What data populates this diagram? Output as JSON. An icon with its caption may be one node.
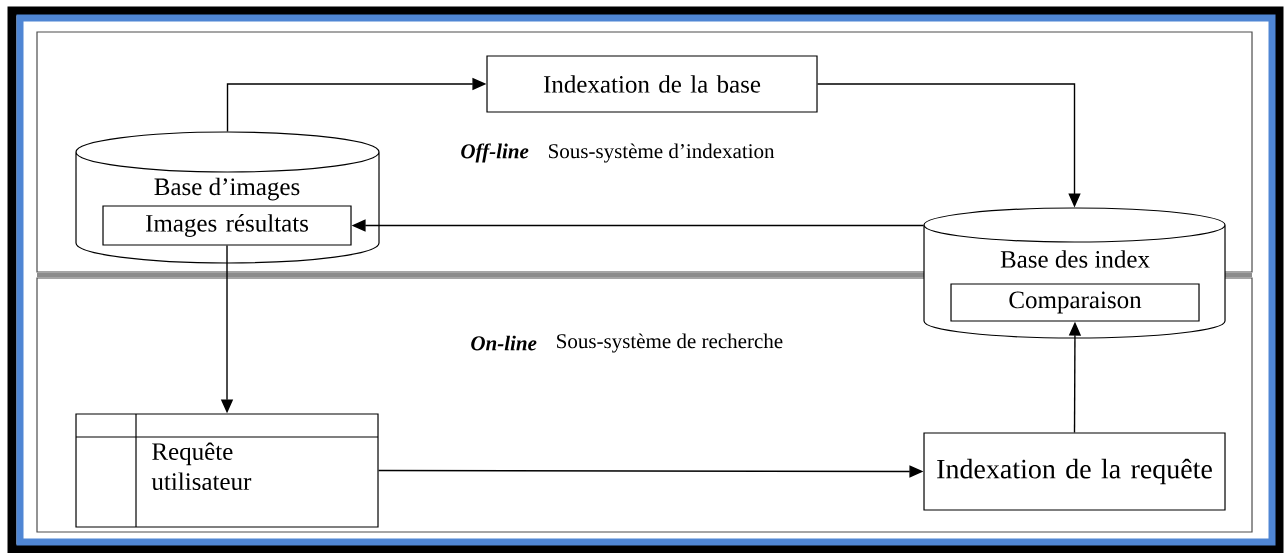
{
  "diagram": {
    "nodes": [
      {
        "text": [
          "Off-line",
          "Sous-système d’indexation"
        ]
      },
      {
        "text": [
          "Base d’images"
        ],
        "in": 0
      },
      {
        "text": [
          "Images résultats"
        ],
        "in": 1
      },
      {
        "text": [
          "Indexation de la base"
        ],
        "in": 0
      },
      {
        "text": [
          "Base des index"
        ]
      },
      {
        "text": [
          "Comparaison"
        ]
      },
      {
        "text": [
          "On-line",
          "Sous-système de recherche"
        ]
      },
      {
        "text": [
          "Requête utilisateur"
        ],
        "in": 6
      },
      {
        "text": [
          "Indexation de la requête"
        ],
        "in": 6
      }
    ],
    "edges": [
      {
        "from": 1,
        "to": 3,
        "arrow": "to"
      },
      {
        "from": 3,
        "to": 4,
        "arrow": "to"
      },
      {
        "from": 4,
        "to": 2,
        "arrow": "to"
      },
      {
        "from": 2,
        "to": 7,
        "arrow": "to"
      },
      {
        "from": 7,
        "to": 8,
        "arrow": "to"
      },
      {
        "from": 8,
        "to": 5,
        "arrow": "to"
      }
    ]
  }
}
